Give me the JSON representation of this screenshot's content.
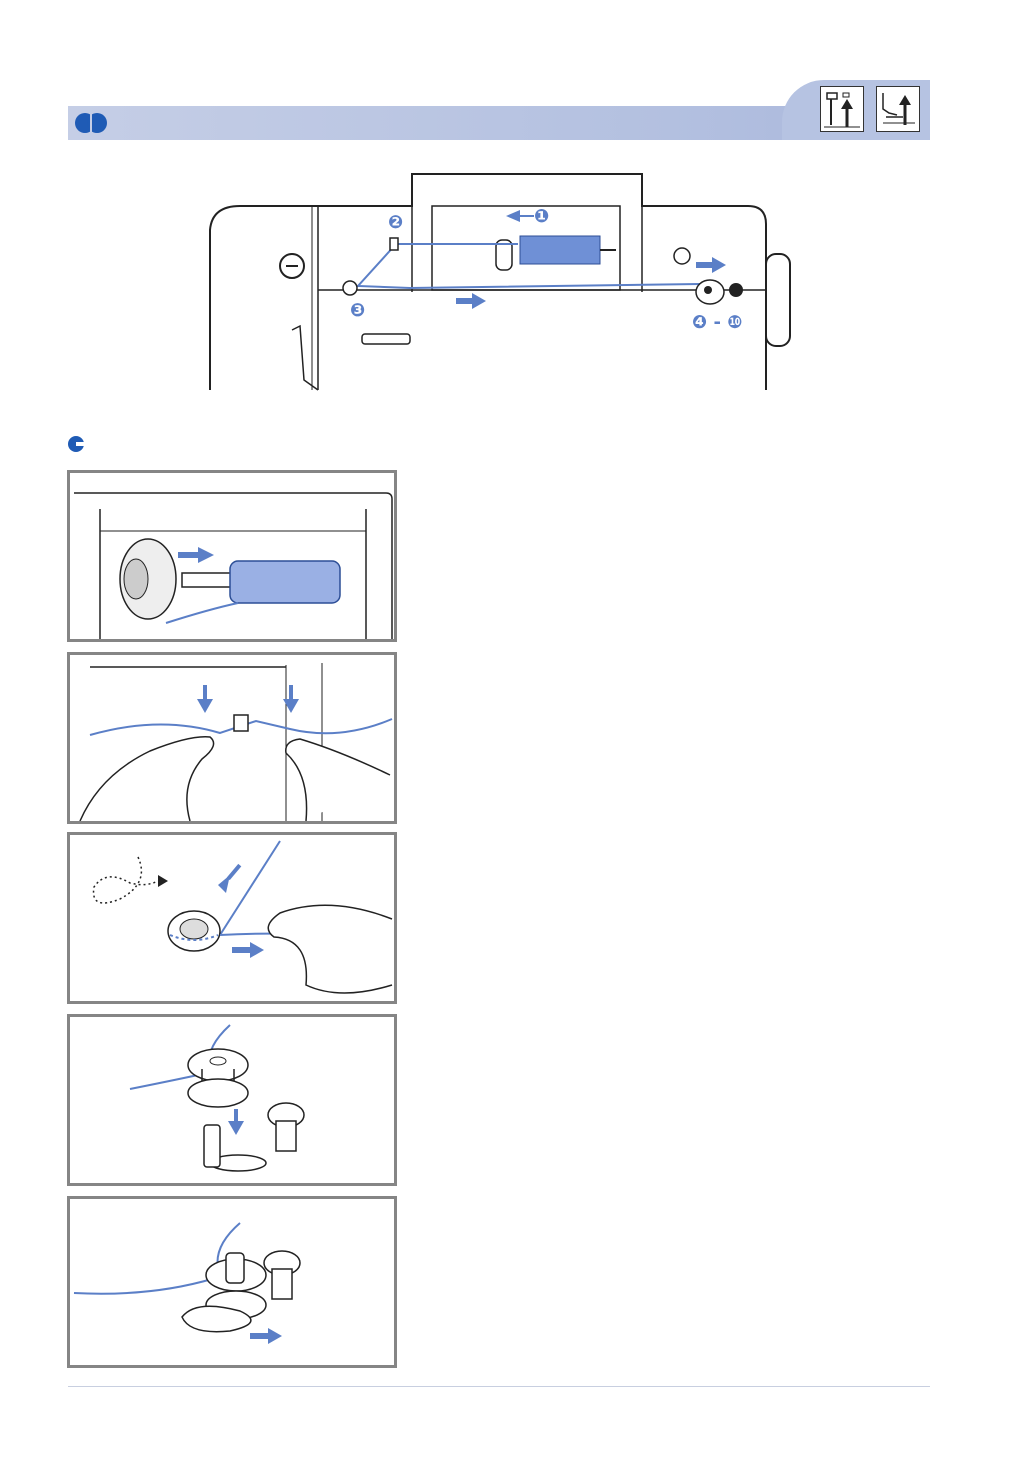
{
  "header": {
    "title": "",
    "tab_icons": [
      "needle-up-icon",
      "presser-foot-up-icon"
    ],
    "accent_color": "#b3c0e0",
    "logo_color": "#1f5bb5"
  },
  "main_figure": {
    "callouts": {
      "step1": "❶",
      "step2": "❷",
      "step3": "❸",
      "step4_to_10": "❹ - ❿"
    },
    "thread_color": "#5b7fc7"
  },
  "section": {
    "bullet_icon": "section-bullet-icon"
  },
  "steps": [
    {
      "id": "step-1",
      "figure": "spool-cap-on-spool-pin"
    },
    {
      "id": "step-2",
      "figure": "thread-through-guide"
    },
    {
      "id": "step-3",
      "figure": "thread-around-pretension-disk"
    },
    {
      "id": "step-4",
      "figure": "bobbin-onto-winder-shaft"
    },
    {
      "id": "step-5",
      "figure": "slide-winder-to-right"
    }
  ]
}
